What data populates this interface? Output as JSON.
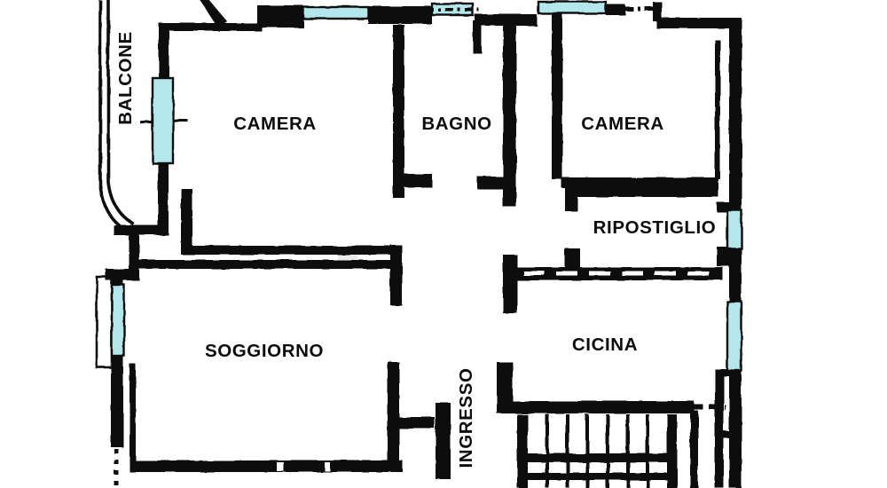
{
  "floorplan": {
    "colors": {
      "background": "#ffffff",
      "wall": "#0d0d0d",
      "window": "#b3e7ec"
    },
    "rooms": [
      {
        "id": "balcone",
        "label": "BALCONE"
      },
      {
        "id": "camera-1",
        "label": "CAMERA"
      },
      {
        "id": "bagno",
        "label": "BAGNO"
      },
      {
        "id": "camera-2",
        "label": "CAMERA"
      },
      {
        "id": "ripostiglio",
        "label": "RIPOSTIGLIO"
      },
      {
        "id": "soggiorno",
        "label": "SOGGIORNO"
      },
      {
        "id": "cicina",
        "label": "CICINA"
      },
      {
        "id": "ingresso",
        "label": "INGRESSO"
      }
    ]
  }
}
